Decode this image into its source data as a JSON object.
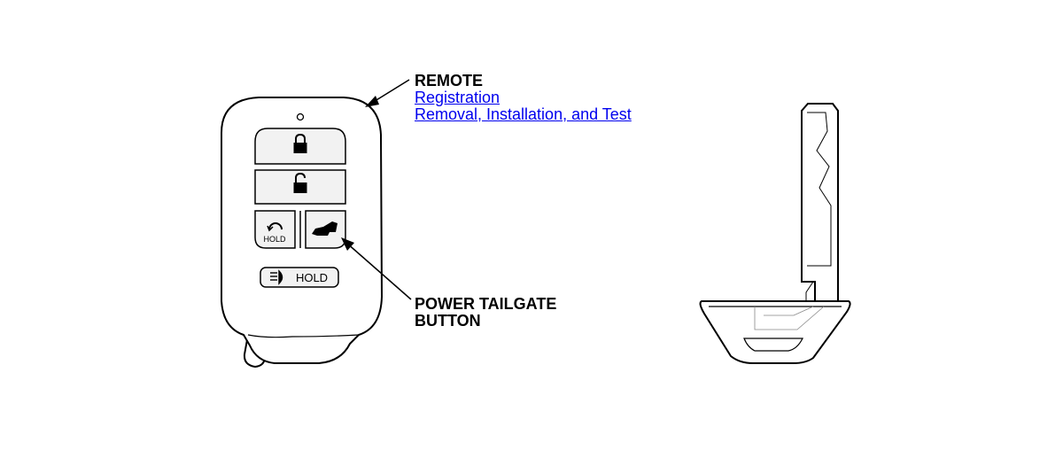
{
  "callouts": {
    "remote": {
      "title": "REMOTE",
      "links": [
        "Registration",
        "Removal, Installation, and Test"
      ]
    },
    "tailgate": {
      "title_line1": "POWER TAILGATE",
      "title_line2": "BUTTON"
    }
  },
  "fob": {
    "remote_start_label": "HOLD",
    "lights_label": "HOLD"
  },
  "colors": {
    "link": "#0000ee",
    "outline": "#000000",
    "button_fill": "#f2f2f2"
  }
}
